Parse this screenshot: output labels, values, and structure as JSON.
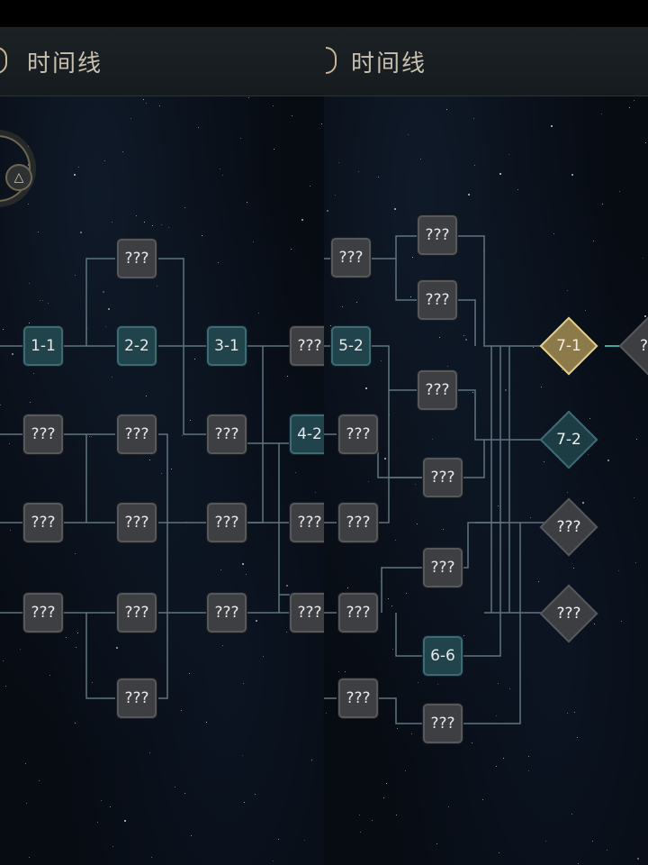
{
  "panels": [
    {
      "header": {
        "title": "时间线",
        "icon": "timeline-crescent-icon"
      },
      "compass": {
        "icon": "triangle-icon"
      },
      "nodes": [
        {
          "label": "???",
          "state": "locked"
        },
        {
          "label": "1-1",
          "state": "unlocked"
        },
        {
          "label": "2-2",
          "state": "unlocked"
        },
        {
          "label": "3-1",
          "state": "unlocked"
        },
        {
          "label": "???",
          "state": "locked"
        },
        {
          "label": "???",
          "state": "locked"
        },
        {
          "label": "???",
          "state": "locked"
        },
        {
          "label": "???",
          "state": "locked"
        },
        {
          "label": "4-2",
          "state": "unlocked"
        },
        {
          "label": "???",
          "state": "locked"
        },
        {
          "label": "???",
          "state": "locked"
        },
        {
          "label": "???",
          "state": "locked"
        },
        {
          "label": "???",
          "state": "locked"
        },
        {
          "label": "???",
          "state": "locked"
        },
        {
          "label": "???",
          "state": "locked"
        },
        {
          "label": "???",
          "state": "locked"
        },
        {
          "label": "???",
          "state": "locked"
        },
        {
          "label": "???",
          "state": "locked"
        }
      ]
    },
    {
      "header": {
        "title": "时间线",
        "icon": "timeline-crescent-icon"
      },
      "nodes": [
        {
          "label": "???",
          "state": "locked"
        },
        {
          "label": "???",
          "state": "locked"
        },
        {
          "label": "???",
          "state": "locked"
        },
        {
          "label": "5-2",
          "state": "unlocked"
        },
        {
          "label": "???",
          "state": "locked"
        },
        {
          "label": "???",
          "state": "locked"
        },
        {
          "label": "???",
          "state": "locked"
        },
        {
          "label": "???",
          "state": "locked"
        },
        {
          "label": "???",
          "state": "locked"
        },
        {
          "label": "???",
          "state": "locked"
        },
        {
          "label": "6-6",
          "state": "unlocked"
        },
        {
          "label": "???",
          "state": "locked"
        },
        {
          "label": "???",
          "state": "locked"
        }
      ],
      "endings": [
        {
          "label": "7-1",
          "state": "selected"
        },
        {
          "label": "7-2",
          "state": "unlocked"
        },
        {
          "label": "???",
          "state": "locked"
        },
        {
          "label": "???",
          "state": "locked"
        },
        {
          "label": "??",
          "state": "locked"
        }
      ]
    }
  ]
}
